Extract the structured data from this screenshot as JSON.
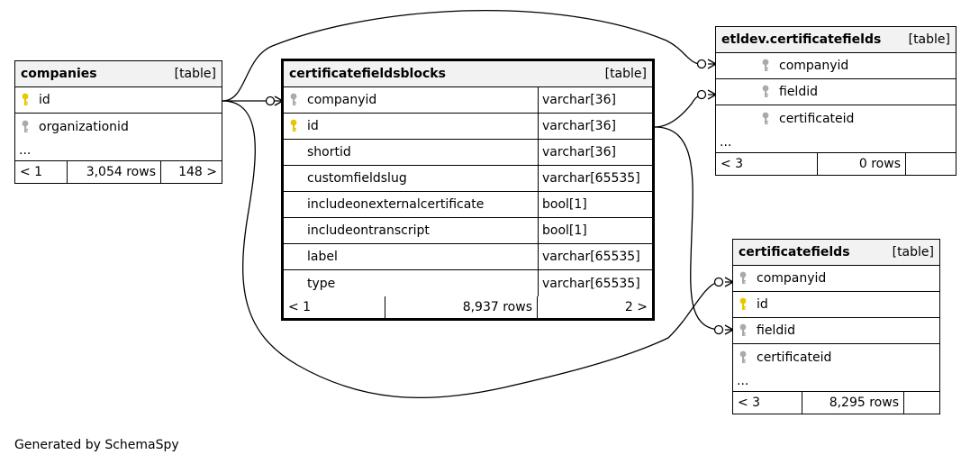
{
  "tables": {
    "companies": {
      "name": "companies",
      "type_label": "[table]",
      "columns": [
        {
          "name": "id",
          "key": "primary"
        },
        {
          "name": "organizationid",
          "key": "foreign"
        }
      ],
      "ellipsis": "...",
      "footer": {
        "left": "< 1",
        "rows": "3,054 rows",
        "right": "148 >"
      }
    },
    "certificatefieldsblocks": {
      "name": "certificatefieldsblocks",
      "type_label": "[table]",
      "columns": [
        {
          "name": "companyid",
          "type": "varchar[36]",
          "key": "foreign"
        },
        {
          "name": "id",
          "type": "varchar[36]",
          "key": "primary"
        },
        {
          "name": "shortid",
          "type": "varchar[36]",
          "key": "none"
        },
        {
          "name": "customfieldslug",
          "type": "varchar[65535]",
          "key": "none"
        },
        {
          "name": "includeonexternalcertificate",
          "type": "bool[1]",
          "key": "none"
        },
        {
          "name": "includeontranscript",
          "type": "bool[1]",
          "key": "none"
        },
        {
          "name": "label",
          "type": "varchar[65535]",
          "key": "none"
        },
        {
          "name": "type",
          "type": "varchar[65535]",
          "key": "none"
        }
      ],
      "footer": {
        "left": "< 1",
        "rows": "8,937 rows",
        "right": "2 >"
      }
    },
    "etldev_certificatefields": {
      "name": "etldev.certificatefields",
      "type_label": "[table]",
      "columns": [
        {
          "name": "companyid",
          "key": "foreign"
        },
        {
          "name": "fieldid",
          "key": "foreign"
        },
        {
          "name": "certificateid",
          "key": "foreign"
        }
      ],
      "ellipsis": "...",
      "footer": {
        "left": "< 3",
        "rows": "0 rows",
        "right": ""
      }
    },
    "certificatefields": {
      "name": "certificatefields",
      "type_label": "[table]",
      "columns": [
        {
          "name": "companyid",
          "key": "foreign"
        },
        {
          "name": "id",
          "key": "primary"
        },
        {
          "name": "fieldid",
          "key": "foreign"
        },
        {
          "name": "certificateid",
          "key": "foreign"
        }
      ],
      "ellipsis": "...",
      "footer": {
        "left": "< 3",
        "rows": "8,295 rows",
        "right": ""
      }
    }
  },
  "credit": "Generated by SchemaSpy",
  "colors": {
    "primary_key": "#e6c800",
    "foreign_key": "#aaaaaa",
    "header_bg": "#f2f2f2",
    "line": "#000000"
  }
}
